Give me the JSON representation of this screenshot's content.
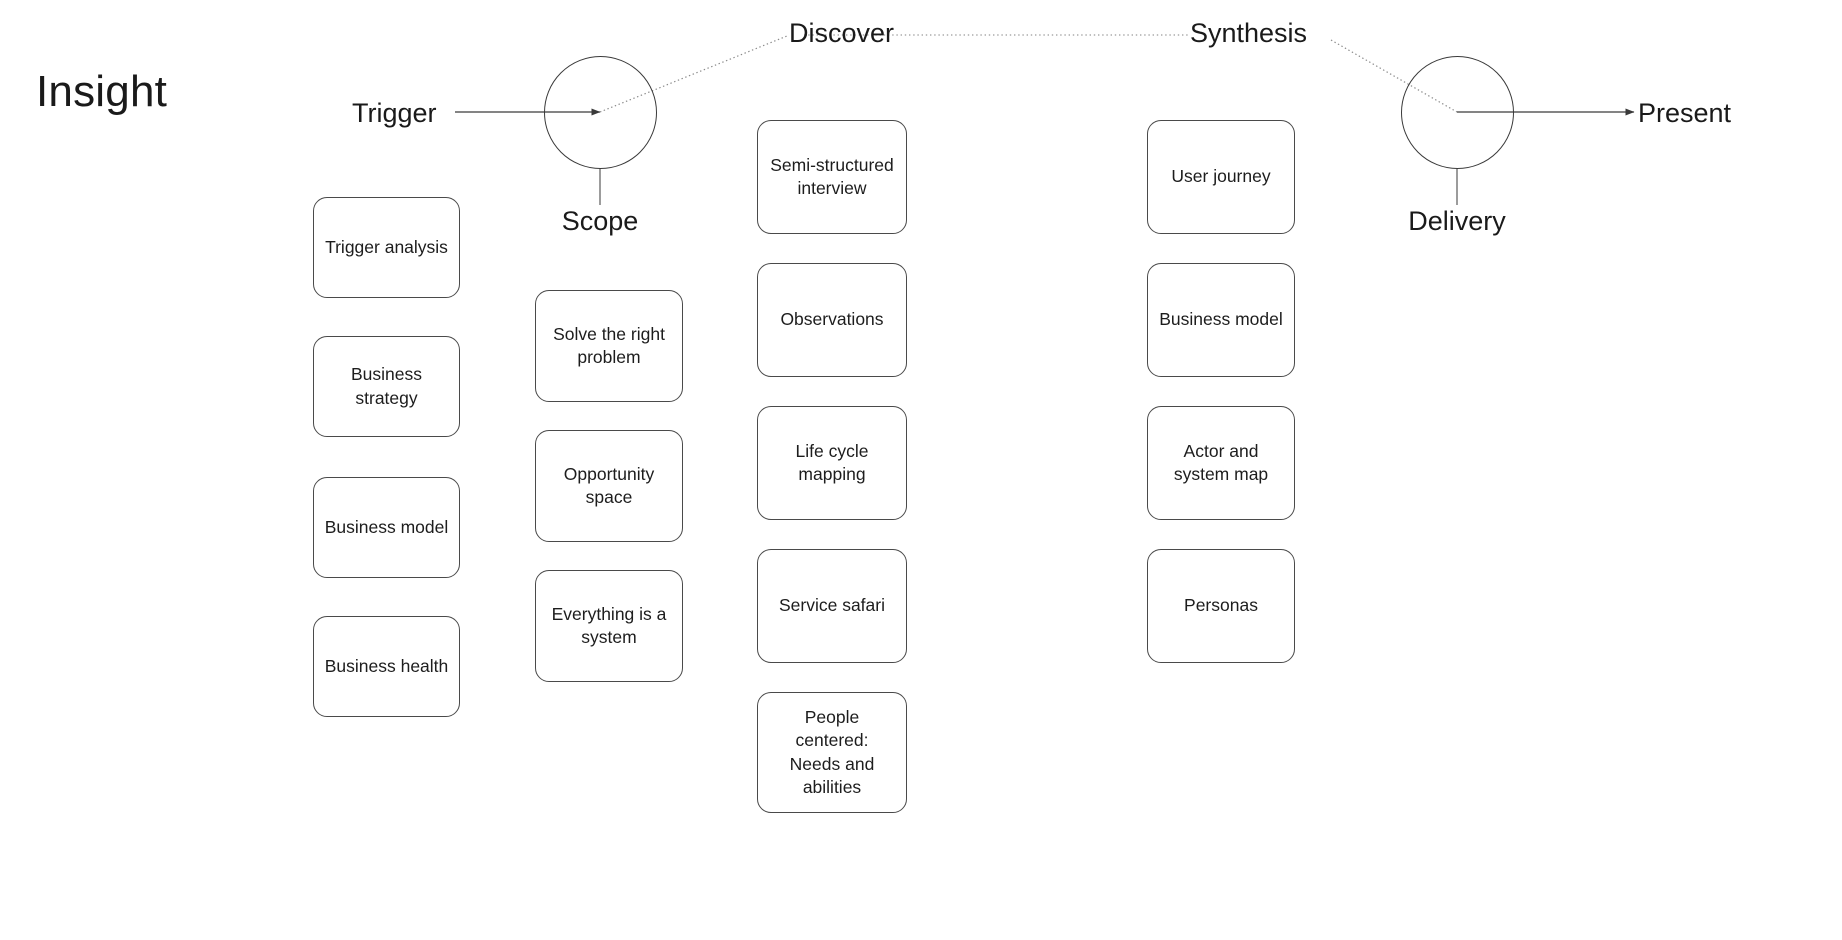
{
  "title": "Insight",
  "colors": {
    "stroke": "#3a3a3a",
    "card_border": "#4a4a4a",
    "text": "#1a1a1a",
    "background": "#ffffff",
    "dotted": "#7a7a7a"
  },
  "flow": {
    "entry_label": "Trigger",
    "exit_label": "Present",
    "phases": [
      {
        "id": "discover",
        "label": "Discover"
      },
      {
        "id": "synthesis",
        "label": "Synthesis"
      }
    ],
    "nodes": [
      {
        "id": "scope",
        "label": "Scope"
      },
      {
        "id": "delivery",
        "label": "Delivery"
      }
    ]
  },
  "columns": [
    {
      "id": "trigger-column",
      "owner": "Trigger",
      "cards": [
        {
          "label": "Trigger analysis"
        },
        {
          "label": "Business strategy"
        },
        {
          "label": "Business model"
        },
        {
          "label": "Business health"
        }
      ]
    },
    {
      "id": "scope-column",
      "owner": "Scope",
      "cards": [
        {
          "label": "Solve the right problem"
        },
        {
          "label": "Opportunity space"
        },
        {
          "label": "Everything is a system"
        }
      ]
    },
    {
      "id": "discover-column",
      "owner": "Discover",
      "cards": [
        {
          "label": "Semi-structured interview"
        },
        {
          "label": "Observations"
        },
        {
          "label": "Life cycle mapping"
        },
        {
          "label": "Service safari"
        },
        {
          "label": "People centered: Needs and abilities"
        }
      ]
    },
    {
      "id": "synthesis-column",
      "owner": "Synthesis",
      "cards": [
        {
          "label": "User journey"
        },
        {
          "label": "Business model"
        },
        {
          "label": "Actor and system map"
        },
        {
          "label": "Personas"
        }
      ]
    }
  ]
}
